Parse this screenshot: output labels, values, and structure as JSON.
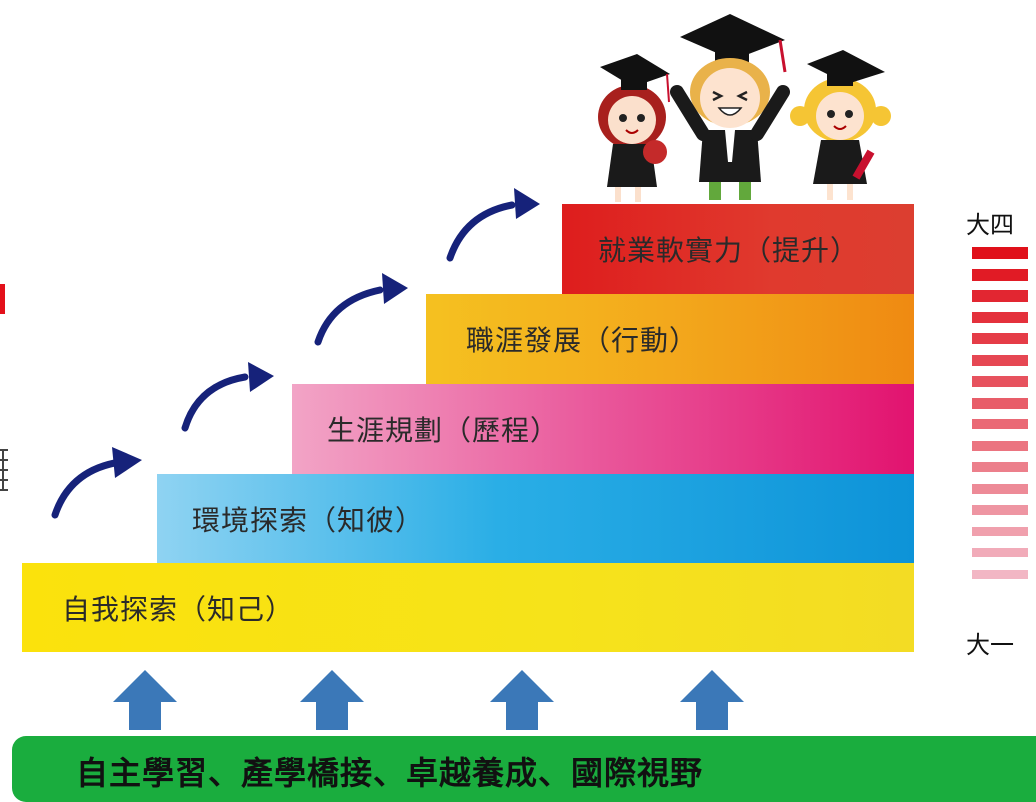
{
  "steps": [
    {
      "label": "自我探索（知己）"
    },
    {
      "label": "環境探索（知彼）"
    },
    {
      "label": "生涯規劃（歷程）"
    },
    {
      "label": "職涯發展（行動）"
    },
    {
      "label": "就業軟實力（提升）"
    }
  ],
  "scale": {
    "top_label": "大四",
    "bottom_label": "大一",
    "levels": 16
  },
  "banner": {
    "text": "自主學習、產學橋接、卓越養成、國際視野"
  },
  "colors": {
    "step1": "#fbe20c",
    "step2": "#0d93d8",
    "step3": "#e2136f",
    "step4": "#ef8a12",
    "step5": "#de1d1d",
    "arrow_curve": "#16227a",
    "arrow_up": "#3b78b8",
    "banner": "#1aad3e",
    "scale": "#e0101a"
  },
  "icons": [
    "curved-arrow-icon",
    "up-arrow-icon",
    "graduates-illustration"
  ]
}
